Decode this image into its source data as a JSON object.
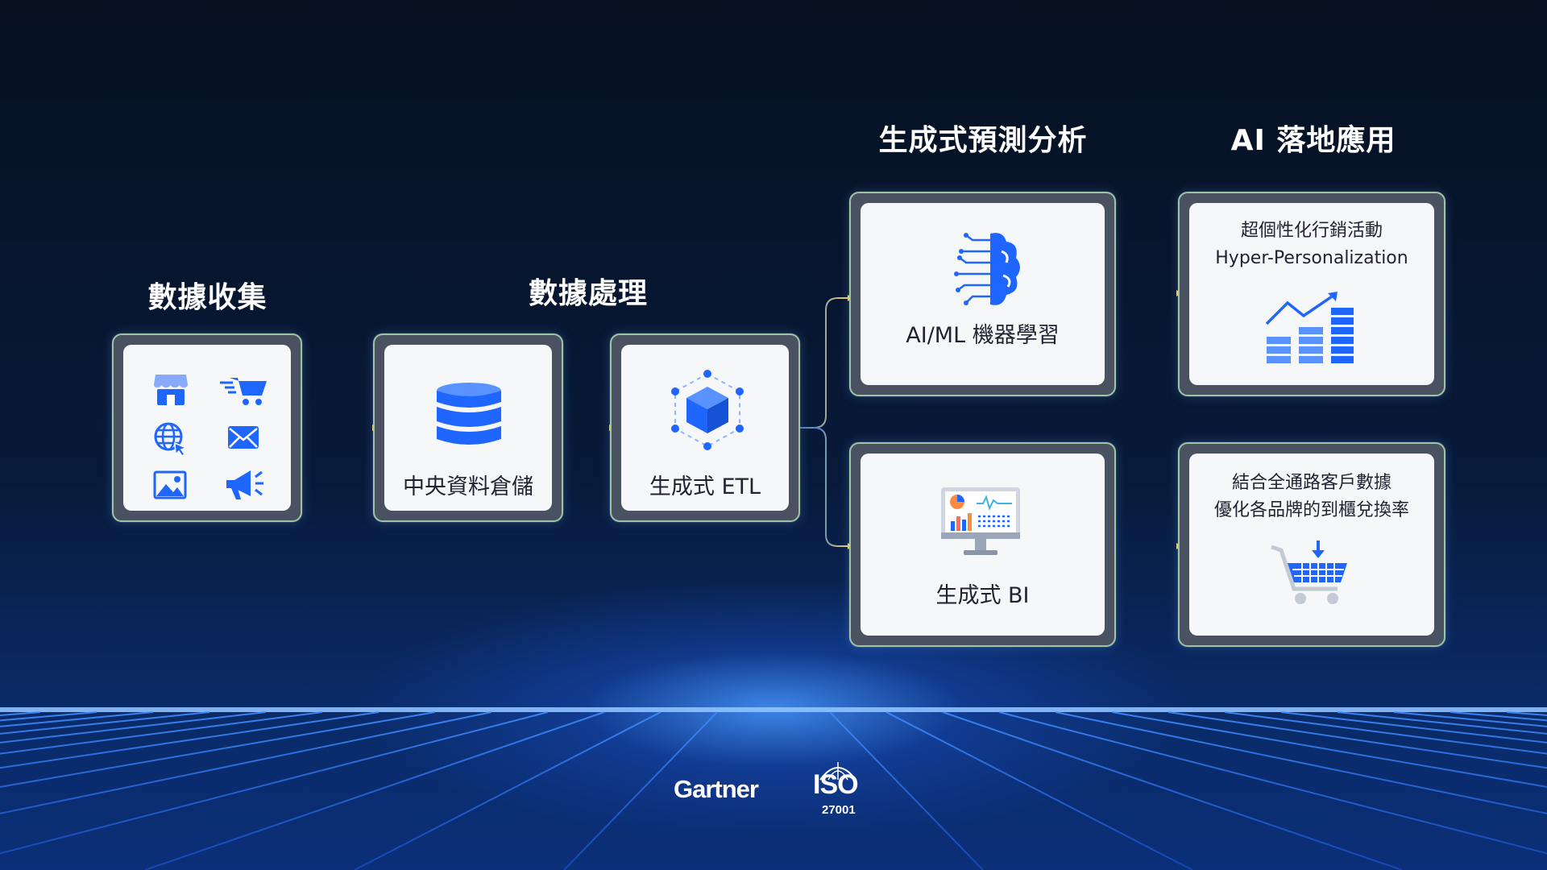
{
  "headings": {
    "collect": "數據收集",
    "process": "數據處理",
    "predict": "生成式預測分析",
    "apply": "AI 落地應用"
  },
  "nodes": {
    "warehouse": "中央資料倉儲",
    "etl": "生成式 ETL",
    "ml": "AI/ML 機器學習",
    "bi": "生成式 BI",
    "hyper_line1": "超個性化行銷活動",
    "hyper_line2": "Hyper-Personalization",
    "omni_line1": "結合全通路客戶數據",
    "omni_line2": "優化各品牌的到櫃兌換率"
  },
  "source_icons": [
    "store-icon",
    "cart-icon",
    "web-icon",
    "mail-icon",
    "image-icon",
    "megaphone-icon"
  ],
  "logos": {
    "gartner": "Gartner",
    "iso": "ISO",
    "iso_number": "27001"
  },
  "colors": {
    "accent_blue": "#1f66ff",
    "connector": "#e6c25a",
    "card_frame": "#4a5262",
    "card_inner": "#f6f7f9"
  }
}
